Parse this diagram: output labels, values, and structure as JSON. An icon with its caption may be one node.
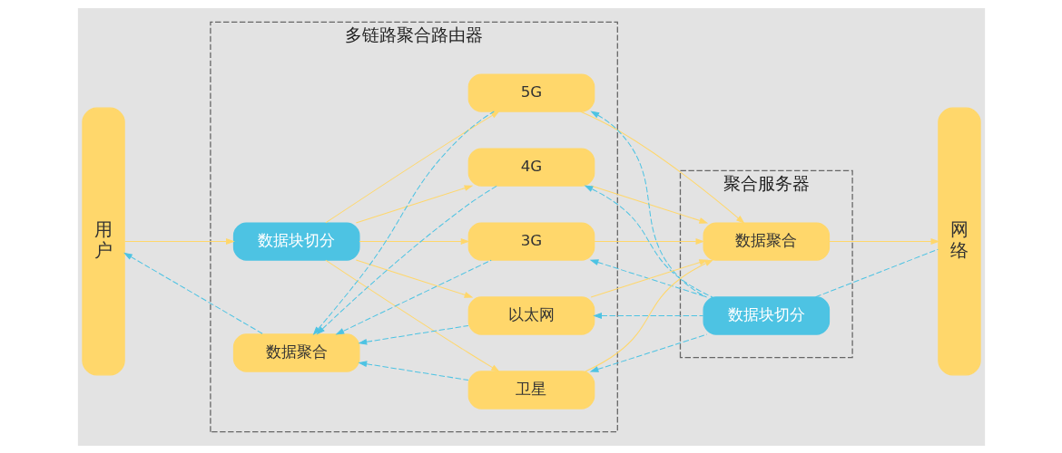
{
  "diagram": {
    "nodes": [
      {
        "text": [
          "用户"
        ]
      },
      {
        "text": [
          "多链路聚合路由器"
        ]
      },
      {
        "text": [
          "数据块切分"
        ],
        "in": 1
      },
      {
        "text": [
          "数据聚合"
        ],
        "in": 1
      },
      {
        "text": [
          "3G"
        ],
        "in": 1
      },
      {
        "text": [
          "4G"
        ],
        "in": 1
      },
      {
        "text": [
          "5G"
        ],
        "in": 1
      },
      {
        "text": [
          "卫星"
        ],
        "in": 1
      },
      {
        "text": [
          "以太网"
        ],
        "in": 1
      },
      {
        "text": [
          "聚合服务器"
        ]
      },
      {
        "text": [
          "数据聚合"
        ],
        "in": 9
      },
      {
        "text": [
          "数据块切分"
        ],
        "in": 9
      },
      {
        "text": [
          "网络"
        ]
      }
    ],
    "edges": [
      {
        "from": 0,
        "to": 2,
        "arrow": "to"
      },
      {
        "from": 2,
        "to": 4,
        "arrow": "to"
      },
      {
        "from": 2,
        "to": 5,
        "arrow": "to"
      },
      {
        "from": 2,
        "to": 6,
        "arrow": "to"
      },
      {
        "from": 2,
        "to": 7,
        "arrow": "to"
      },
      {
        "from": 2,
        "to": 8,
        "arrow": "to"
      },
      {
        "from": 4,
        "to": 10,
        "arrow": "to"
      },
      {
        "from": 5,
        "to": 10,
        "arrow": "to"
      },
      {
        "from": 6,
        "to": 10,
        "arrow": "to"
      },
      {
        "from": 7,
        "to": 10,
        "arrow": "to"
      },
      {
        "from": 8,
        "to": 10,
        "arrow": "to"
      },
      {
        "from": 10,
        "to": 12,
        "arrow": "to"
      },
      {
        "from": 12,
        "to": 11,
        "arrow": "none",
        "style": "dashed",
        "color": "#4dc3e3"
      },
      {
        "from": 11,
        "to": 4,
        "arrow": "to",
        "style": "dashed",
        "color": "#4dc3e3"
      },
      {
        "from": 11,
        "to": 5,
        "arrow": "to",
        "style": "dashed",
        "color": "#4dc3e3"
      },
      {
        "from": 11,
        "to": 6,
        "arrow": "to",
        "style": "dashed",
        "color": "#4dc3e3"
      },
      {
        "from": 11,
        "to": 7,
        "arrow": "to",
        "style": "dashed",
        "color": "#4dc3e3"
      },
      {
        "from": 11,
        "to": 8,
        "arrow": "to",
        "style": "dashed",
        "color": "#4dc3e3"
      },
      {
        "from": 4,
        "to": 3,
        "arrow": "to",
        "style": "dashed",
        "color": "#4dc3e3"
      },
      {
        "from": 5,
        "to": 3,
        "arrow": "to",
        "style": "dashed",
        "color": "#4dc3e3"
      },
      {
        "from": 6,
        "to": 3,
        "arrow": "to",
        "style": "dashed",
        "color": "#4dc3e3"
      },
      {
        "from": 7,
        "to": 3,
        "arrow": "to",
        "style": "dashed",
        "color": "#4dc3e3"
      },
      {
        "from": 8,
        "to": 3,
        "arrow": "to",
        "style": "dashed",
        "color": "#4dc3e3"
      },
      {
        "from": 3,
        "to": 0,
        "arrow": "to",
        "style": "dashed",
        "color": "#4dc3e3"
      }
    ]
  }
}
